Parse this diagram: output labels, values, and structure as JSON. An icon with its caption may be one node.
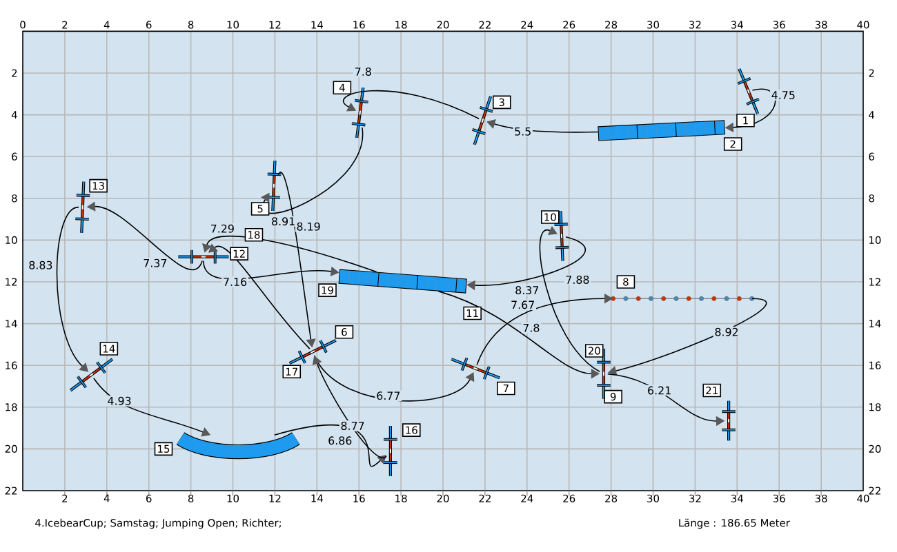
{
  "diagram": {
    "nodes": [
      {
        "text": [],
        "shape": "bar",
        "beside": [
          "1"
        ]
      },
      {
        "text": [],
        "shape": "tunnel",
        "beside": [
          "2"
        ]
      },
      {
        "text": [],
        "shape": "bar",
        "beside": [
          "3"
        ]
      },
      {
        "text": [],
        "shape": "bar",
        "beside": [
          "4"
        ]
      },
      {
        "text": [],
        "shape": "bar",
        "beside": [
          "5"
        ]
      },
      {
        "text": [],
        "shape": "bar",
        "beside": [
          "6",
          "17"
        ]
      },
      {
        "text": [],
        "shape": "bar",
        "beside": [
          "7"
        ]
      },
      {
        "text": [],
        "shape": "poles",
        "beside": [
          "8"
        ]
      },
      {
        "text": [],
        "shape": "bar",
        "beside": [
          "20",
          "9"
        ]
      },
      {
        "text": [],
        "shape": "bar",
        "beside": [
          "10"
        ]
      },
      {
        "text": [],
        "shape": "tunnel",
        "beside": [
          "11",
          "19"
        ]
      },
      {
        "text": [],
        "shape": "bar",
        "beside": [
          "18",
          "12"
        ]
      },
      {
        "text": [],
        "shape": "bar",
        "beside": [
          "13"
        ]
      },
      {
        "text": [],
        "shape": "bar",
        "beside": [
          "14"
        ]
      },
      {
        "text": [],
        "shape": "tunnel",
        "beside": [
          "15"
        ]
      },
      {
        "text": [],
        "shape": "bar",
        "beside": [
          "16"
        ]
      },
      {
        "text": [],
        "shape": "bar",
        "beside": [
          "21"
        ]
      }
    ],
    "edges": [
      {
        "from": 0,
        "to": 1,
        "arrow": "to",
        "label": "4.75"
      },
      {
        "from": 1,
        "to": 2,
        "arrow": "to",
        "label": "5.5"
      },
      {
        "from": 2,
        "to": 3,
        "arrow": "to",
        "label": "7.8"
      },
      {
        "from": 3,
        "to": 4,
        "arrow": "to",
        "label": "8.91"
      },
      {
        "from": 4,
        "to": 5,
        "arrow": "to",
        "label": "8.19"
      },
      {
        "from": 5,
        "to": 6,
        "arrow": "to",
        "label": "6.77"
      },
      {
        "from": 6,
        "to": 7,
        "arrow": "to",
        "label": "7.67"
      },
      {
        "from": 7,
        "to": 8,
        "arrow": "to",
        "label": "8.92"
      },
      {
        "from": 8,
        "to": 9,
        "arrow": "to",
        "label": "8.37"
      },
      {
        "from": 9,
        "to": 10,
        "arrow": "to",
        "label": "7.88"
      },
      {
        "from": 10,
        "to": 11,
        "arrow": "to",
        "label": "7.29"
      },
      {
        "from": 11,
        "to": 12,
        "arrow": "to",
        "label": "7.37"
      },
      {
        "from": 12,
        "to": 13,
        "arrow": "to",
        "label": "8.83"
      },
      {
        "from": 13,
        "to": 14,
        "arrow": "to",
        "label": "4.93"
      },
      {
        "from": 14,
        "to": 15,
        "arrow": "to",
        "label": "6.86"
      },
      {
        "from": 15,
        "to": 5,
        "arrow": "to",
        "label": "8.77"
      },
      {
        "from": 5,
        "to": 11,
        "arrow": "to"
      },
      {
        "from": 11,
        "to": 10,
        "arrow": "to",
        "label": "7.16"
      },
      {
        "from": 10,
        "to": 8,
        "arrow": "to",
        "label": "7.8"
      },
      {
        "from": 8,
        "to": 16,
        "arrow": "to",
        "label": "6.21"
      }
    ],
    "labels": [
      "0",
      "2",
      "4",
      "6",
      "8",
      "10",
      "12",
      "14",
      "16",
      "18",
      "20",
      "22",
      "24",
      "26",
      "28",
      "30",
      "32",
      "34",
      "36",
      "38",
      "40",
      "2",
      "2",
      "4",
      "4",
      "6",
      "6",
      "8",
      "8",
      "10",
      "10",
      "12",
      "12",
      "14",
      "14",
      "16",
      "16",
      "18",
      "18",
      "20",
      "20",
      "22",
      "22",
      "2",
      "4",
      "6",
      "8",
      "10",
      "12",
      "14",
      "16",
      "18",
      "20",
      "22",
      "24",
      "26",
      "28",
      "30",
      "32",
      "34",
      "36",
      "38",
      "40",
      "4.IcebearCup; Samstag; Jumping Open; Richter;",
      "Länge : 186.65 Meter"
    ]
  }
}
